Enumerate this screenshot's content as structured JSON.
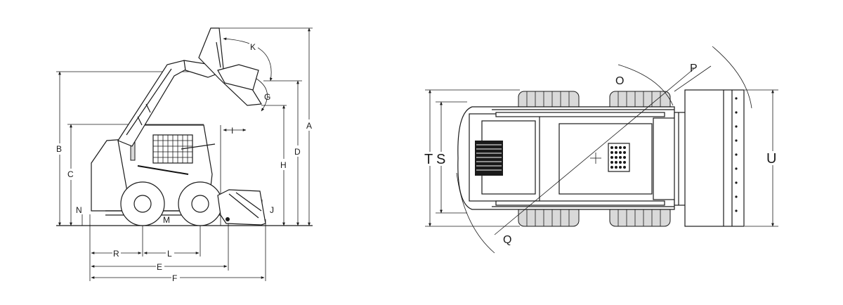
{
  "side_view": {
    "labels": {
      "A": "A",
      "B": "B",
      "C": "C",
      "D": "D",
      "E": "E",
      "F": "F",
      "G": "G",
      "H": "H",
      "I": "I",
      "J": "J",
      "K": "K",
      "L": "L",
      "M": "M",
      "N": "N",
      "R": "R"
    }
  },
  "top_view": {
    "labels": {
      "O": "O",
      "P": "P",
      "Q": "Q",
      "S": "S",
      "T": "T",
      "U": "U"
    }
  }
}
